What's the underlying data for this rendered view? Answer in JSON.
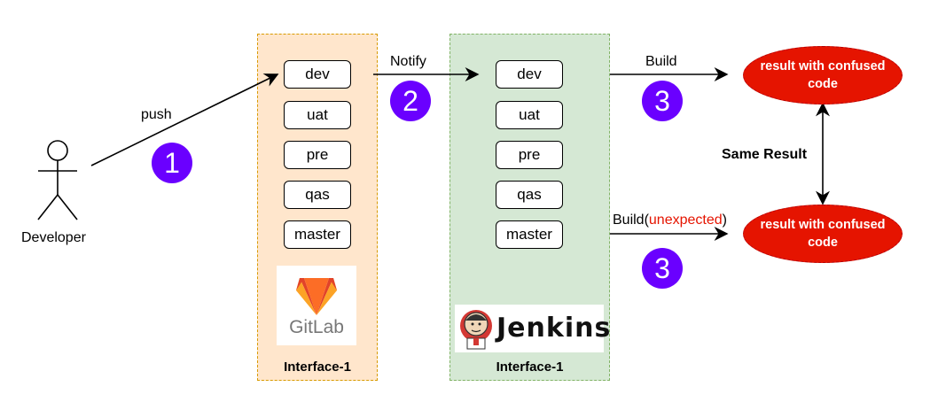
{
  "colors": {
    "gitlab_fill": "#ffe6cc",
    "gitlab_border": "#d79b00",
    "jenkins_fill": "#d5e8d4",
    "jenkins_border": "#82b366",
    "badge": "#6a00ff",
    "result_fill": "#e51400",
    "unexpected_text": "#e51400"
  },
  "developer": {
    "label": "Developer"
  },
  "edges": {
    "push": "push",
    "notify": "Notify",
    "build_top": "Build",
    "build_bottom_prefix": "Build(",
    "build_bottom_highlight": "unexpected",
    "build_bottom_suffix": ")",
    "same_result": "Same Result"
  },
  "badges": {
    "one": "1",
    "two": "2",
    "three_top": "3",
    "three_bottom": "3"
  },
  "gitlab": {
    "branches": [
      "dev",
      "uat",
      "pre",
      "qas",
      "master"
    ],
    "logo_text": "GitLab",
    "caption": "Interface-1"
  },
  "jenkins": {
    "branches": [
      "dev",
      "uat",
      "pre",
      "qas",
      "master"
    ],
    "logo_text": "Jenkins",
    "caption": "Interface-1"
  },
  "results": {
    "top": {
      "line1": "result with confused",
      "line2": "code"
    },
    "bottom": {
      "line1": "result with confused",
      "line2": "code"
    }
  },
  "icons": {
    "developer": "person-icon",
    "gitlab": "gitlab-logo-icon",
    "jenkins": "jenkins-logo-icon"
  }
}
